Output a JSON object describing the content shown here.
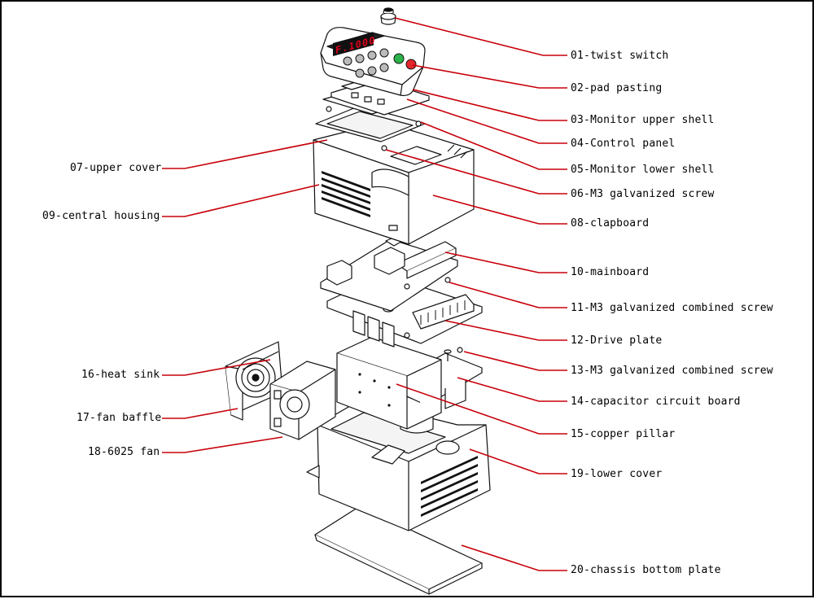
{
  "colors": {
    "leader": "#c8000a",
    "outline": "#111111",
    "display": "#d9001b",
    "green_button": "#2bb34a",
    "red_button": "#e3262d"
  },
  "display_text": "F.1000",
  "labels": {
    "p01": "01-twist switch",
    "p02": "02-pad pasting",
    "p03": "03-Monitor upper shell",
    "p04": "04-Control panel",
    "p05": "05-Monitor lower shell",
    "p06": "06-M3 galvanized screw",
    "p07": "07-upper cover",
    "p08": "08-clapboard",
    "p09": "09-central housing",
    "p10": "10-mainboard",
    "p11": "11-M3 galvanized combined screw",
    "p12": "12-Drive plate",
    "p13": "13-M3 galvanized combined screw",
    "p14": "14-capacitor circuit board",
    "p15": "15-copper pillar",
    "p16": "16-heat sink",
    "p17": "17-fan baffle",
    "p18": "18-6025 fan",
    "p19": "19-lower cover",
    "p20": "20-chassis bottom plate"
  }
}
